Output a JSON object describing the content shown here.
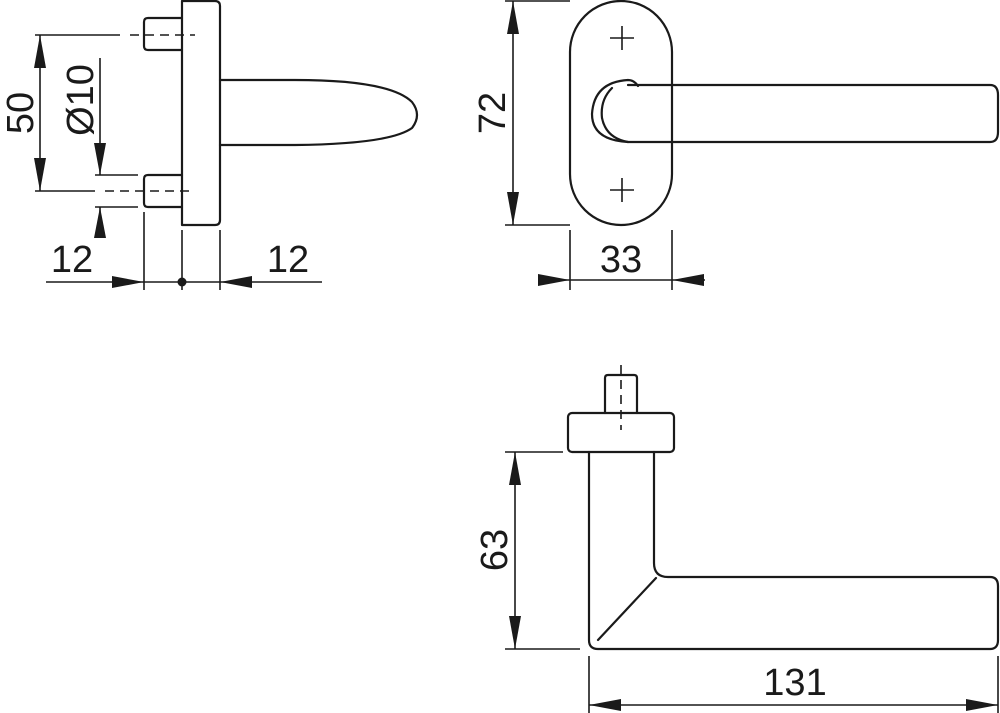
{
  "side_view": {
    "dim_height": "50",
    "dim_diameter": "Ø10",
    "dim_left": "12",
    "dim_right": "12"
  },
  "front_view": {
    "dim_height": "72",
    "dim_width": "33"
  },
  "top_view": {
    "dim_height": "63",
    "dim_length": "131"
  }
}
